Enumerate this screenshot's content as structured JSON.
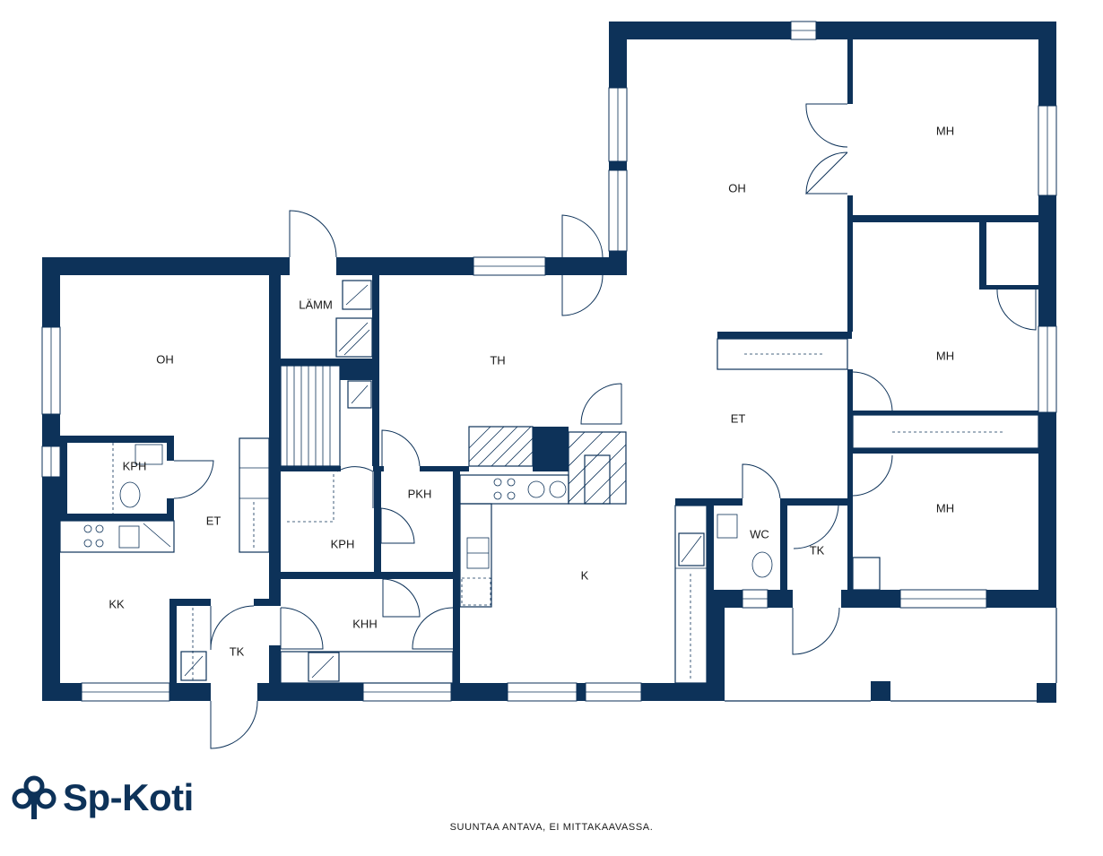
{
  "rooms": {
    "oh_left": "OH",
    "kph_left": "KPH",
    "et_left": "ET",
    "kk": "KK",
    "tk_left": "TK",
    "lamm": "LÄMM",
    "th": "TH",
    "kph_mid": "KPH",
    "pkh": "PKH",
    "khh": "KHH",
    "k": "K",
    "oh_right": "OH",
    "et_right": "ET",
    "wc": "WC",
    "tk_right": "TK",
    "mh_top": "MH",
    "mh_mid": "MH",
    "mh_bottom": "MH"
  },
  "brand": {
    "name": "Sp-Koti"
  },
  "disclaimer": "SUUNTAA ANTAVA, EI MITTAKAAVASSA.",
  "colors": {
    "wall": "#0d3259",
    "background": "#ffffff"
  }
}
